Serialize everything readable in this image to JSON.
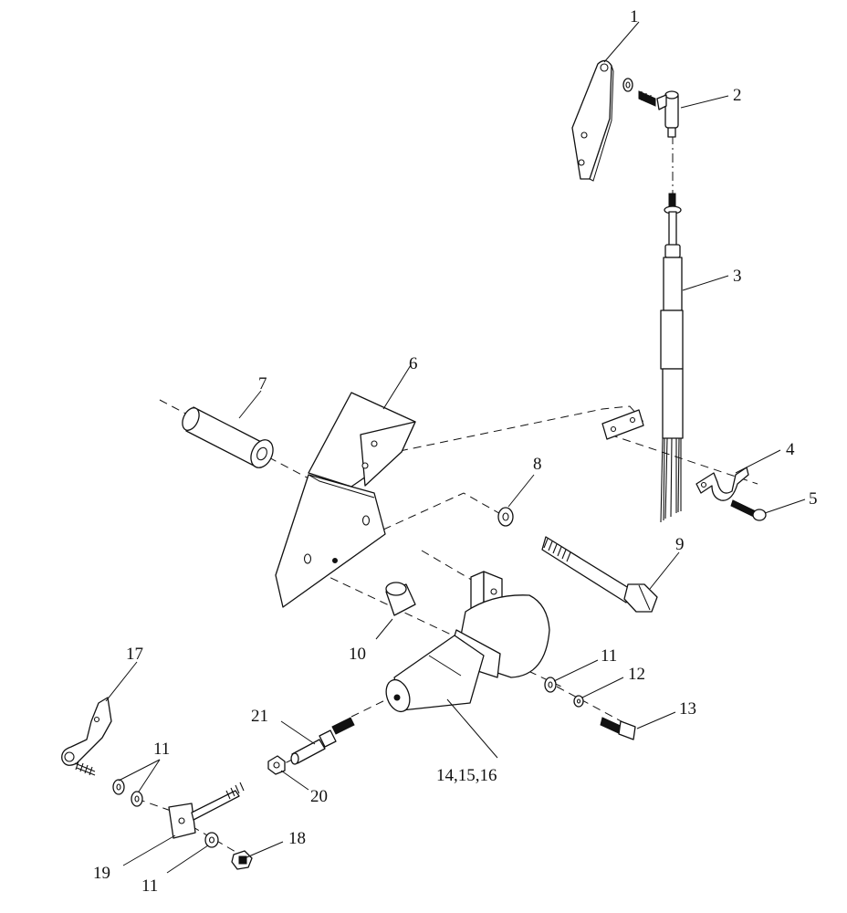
{
  "diagram": {
    "callouts": [
      {
        "id": "c1",
        "label": "1"
      },
      {
        "id": "c2",
        "label": "2"
      },
      {
        "id": "c3",
        "label": "3"
      },
      {
        "id": "c4",
        "label": "4"
      },
      {
        "id": "c5",
        "label": "5"
      },
      {
        "id": "c6",
        "label": "6"
      },
      {
        "id": "c7",
        "label": "7"
      },
      {
        "id": "c8",
        "label": "8"
      },
      {
        "id": "c9",
        "label": "9"
      },
      {
        "id": "c10",
        "label": "10"
      },
      {
        "id": "c11a",
        "label": "11"
      },
      {
        "id": "c12",
        "label": "12"
      },
      {
        "id": "c13",
        "label": "13"
      },
      {
        "id": "c14",
        "label": "14,15,16"
      },
      {
        "id": "c17",
        "label": "17"
      },
      {
        "id": "c11b",
        "label": "11"
      },
      {
        "id": "c18",
        "label": "18"
      },
      {
        "id": "c19",
        "label": "19"
      },
      {
        "id": "c11c",
        "label": "11"
      },
      {
        "id": "c20",
        "label": "20"
      },
      {
        "id": "c21",
        "label": "21"
      }
    ]
  }
}
